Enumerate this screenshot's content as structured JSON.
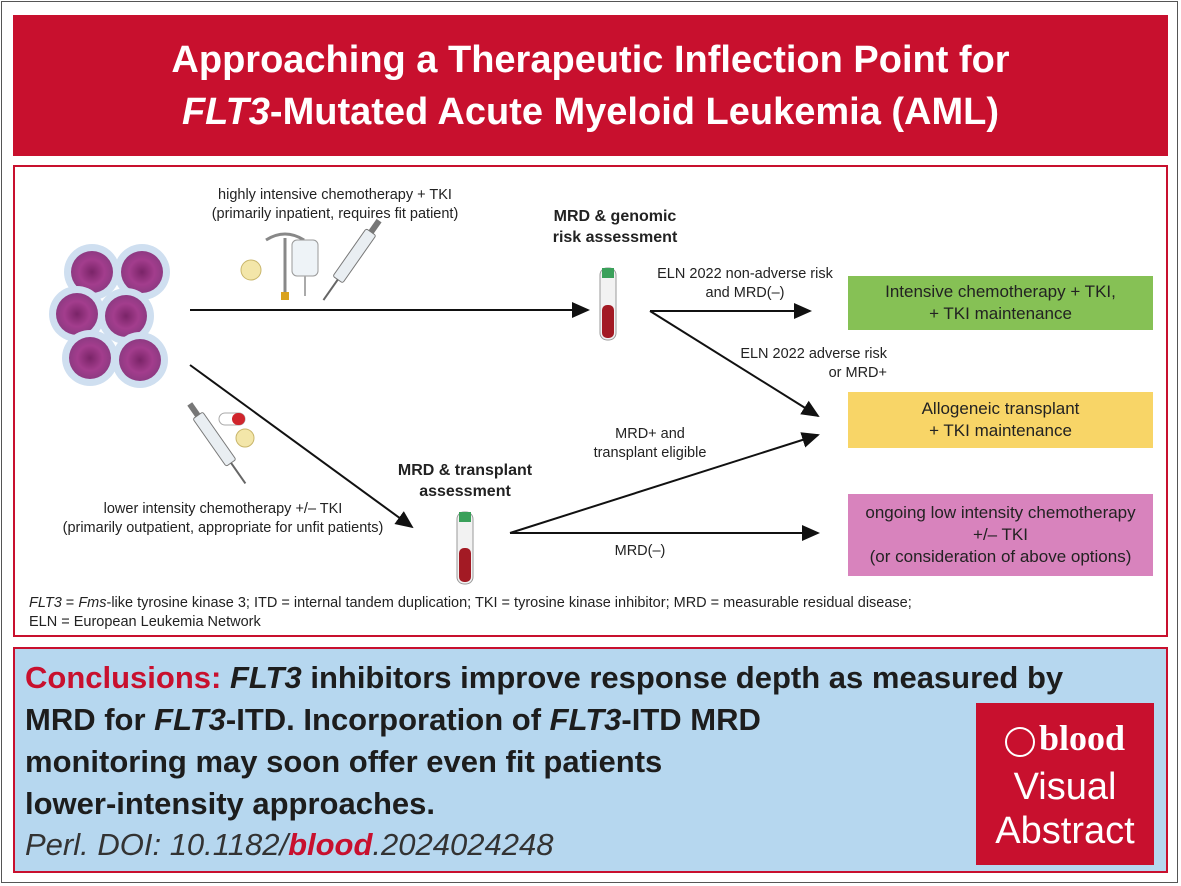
{
  "title": {
    "line1": "Approaching a Therapeutic Inflection Point for",
    "line2_italic": "FLT3",
    "line2_rest": "-Mutated Acute Myeloid Leukemia (AML)"
  },
  "diagram": {
    "top_path": {
      "line1": "highly intensive chemotherapy + TKI",
      "line2": "(primarily inpatient, requires fit patient)"
    },
    "bottom_path": {
      "line1": "lower intensity chemotherapy +/– TKI",
      "line2": "(primarily outpatient, appropriate for unfit patients)"
    },
    "assess_top": {
      "line1": "MRD & genomic",
      "line2": "risk assessment"
    },
    "assess_bottom": {
      "line1": "MRD & transplant",
      "line2": "assessment"
    },
    "branch_nonadverse": {
      "line1": "ELN 2022 non-adverse risk",
      "line2": "and MRD(–)"
    },
    "branch_adverse": {
      "line1": "ELN 2022 adverse risk",
      "line2": "or MRD+"
    },
    "branch_mrdplus": {
      "line1": "MRD+ and",
      "line2": "transplant eligible"
    },
    "branch_mrdneg": "MRD(–)",
    "outcome_green": {
      "line1": "Intensive chemotherapy + TKI,",
      "line2": "+ TKI maintenance"
    },
    "outcome_yellow": {
      "line1": "Allogeneic transplant",
      "line2": "+ TKI maintenance"
    },
    "outcome_pink": {
      "line1": "ongoing low intensity chemotherapy",
      "line2": "+/– TKI",
      "line3": "(or consideration of above options)"
    },
    "footnote": {
      "flt3": "FLT3",
      "eq": " = ",
      "fms": "Fms",
      "rest1": "-like tyrosine kinase 3; ITD = internal tandem duplication; TKI = tyrosine kinase inhibitor; MRD = measurable residual disease;",
      "rest2": "ELN = European Leukemia Network"
    }
  },
  "conclusions": {
    "head": "Conclusions:",
    "flt3_a": "FLT3",
    "t1": " inhibitors improve response depth as measured by",
    "t2a": "MRD for ",
    "flt3_b": "FLT3",
    "t2b": "-ITD. Incorporation of ",
    "flt3_c": "FLT3",
    "t2c": "-ITD MRD",
    "t3": "monitoring may soon offer even fit patients",
    "t4": "lower-intensity approaches."
  },
  "citation": {
    "prefix": "Perl. DOI: 10.1182/",
    "journal": "blood",
    "suffix": ".2024024248"
  },
  "badge": {
    "logo": "blood",
    "line1": "Visual",
    "line2": "Abstract"
  },
  "colors": {
    "brand_red": "#c8102e",
    "green": "#86c155",
    "yellow": "#f8d567",
    "pink": "#d883bd",
    "panel_blue": "#b6d7ef"
  }
}
